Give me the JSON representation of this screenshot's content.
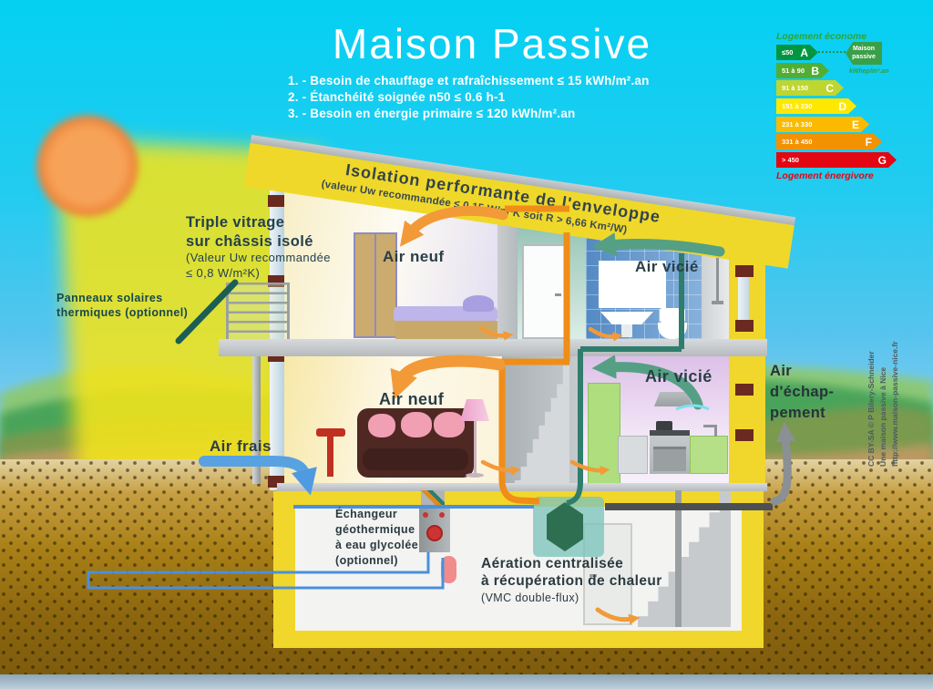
{
  "header": {
    "title": "Maison Passive",
    "criteria": [
      "1. - Besoin de chauffage et rafraîchissement ≤ 15 kWh/m².an",
      "2. - Étanchéité soignée n50 ≤ 0.6 h-1",
      "3. - Besoin en énergie primaire ≤ 120 kWh/m².an"
    ]
  },
  "roof": {
    "line1": "Isolation performante de l'enveloppe",
    "line2": "(valeur Uw recommandée ≤ 0,15 W/m²K soit R > 6,66 Km²/W)"
  },
  "labels": {
    "triple_glazing": [
      "Triple vitrage",
      "sur châssis isolé",
      "(Valeur Uw recommandée",
      "≤ 0,8 W/m²K)"
    ],
    "solar_panels": [
      "Panneaux solaires",
      "thermiques (optionnel)"
    ],
    "air_neuf_bedroom": "Air neuf",
    "air_vicie_bathroom": "Air vicié",
    "air_neuf_living": "Air neuf",
    "air_vicie_kitchen": "Air vicié",
    "air_frais": "Air frais",
    "air_echappement": [
      "Air",
      "d'échap-",
      "pement"
    ],
    "geothermal": [
      "Échangeur",
      "géothermique",
      "à eau glycolée",
      "(optionnel)"
    ],
    "vmc": [
      "Aération centralisée",
      "à récupération de chaleur",
      "(VMC double-flux)"
    ]
  },
  "energy_label": {
    "top": "Logement économe",
    "bottom": "Logement énergivore",
    "marker": "Maison passive",
    "unit": "kWhep/m².an",
    "bands": [
      {
        "grade": "A",
        "range": "≤50",
        "color": "#009640",
        "width": 46
      },
      {
        "grade": "B",
        "range": "51 à 90",
        "color": "#52ae32",
        "width": 58
      },
      {
        "grade": "C",
        "range": "91 à 150",
        "color": "#bed630",
        "width": 74
      },
      {
        "grade": "D",
        "range": "151 à 230",
        "color": "#ffe800",
        "width": 88
      },
      {
        "grade": "E",
        "range": "231 à 330",
        "color": "#fbba00",
        "width": 102
      },
      {
        "grade": "F",
        "range": "331 à 450",
        "color": "#f39200",
        "width": 116
      },
      {
        "grade": "G",
        "range": "> 450",
        "color": "#e30613",
        "width": 132
      }
    ]
  },
  "credit": [
    "CC BY-SA © P Bilery-Schneider",
    "Une maison passive à Nice",
    "http://www.maison-passive-nice.fr"
  ]
}
